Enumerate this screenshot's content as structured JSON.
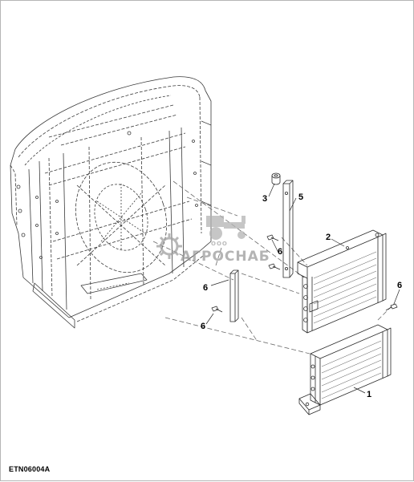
{
  "figure_id": "ETN06004A",
  "callouts": {
    "c1": "1",
    "c2": "2",
    "c3": "3",
    "c5": "5",
    "c6a": "6",
    "c6b": "6",
    "c6c": "6",
    "c6d": "6"
  },
  "watermark": {
    "small": "ООО",
    "text": "АГРОСНАБ"
  },
  "colors": {
    "line": "#2a2a2a",
    "hidden_line": "#6a6a6a",
    "watermark": "#9b9b9b"
  }
}
